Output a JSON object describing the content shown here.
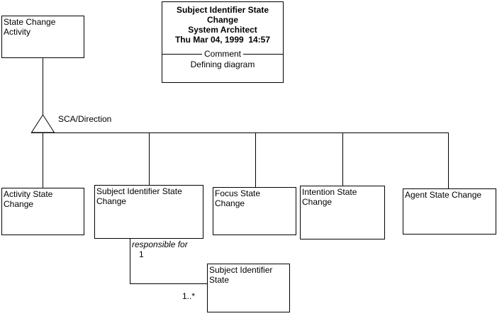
{
  "colors": {
    "background": "#ffffff",
    "line": "#000000",
    "text": "#000000"
  },
  "header_symbol": {
    "title": "Subject Identifier State Change",
    "tool_name": "System Architect",
    "timestamp": "Thu Mar 04, 1999  14:57",
    "divider_label": "Comment",
    "comment_text": "Defining diagram"
  },
  "nodes": {
    "state_change_activity": {
      "label": "State Change Activity"
    },
    "activity_state_change": {
      "label": "Activity State Change"
    },
    "subject_identifier_state_change": {
      "label": "Subject Identifier State Change"
    },
    "focus_state_change": {
      "label": "Focus State Change"
    },
    "intention_state_change": {
      "label": "Intention State Change"
    },
    "agent_state_change": {
      "label": "Agent State Change"
    },
    "subject_identifier_state": {
      "label": "Subject Identifier State"
    }
  },
  "connector_labels": {
    "generalization_label": "SCA/Direction",
    "association_name": "responsible for",
    "multiplicity_parent": "1",
    "multiplicity_child": "1..*"
  }
}
